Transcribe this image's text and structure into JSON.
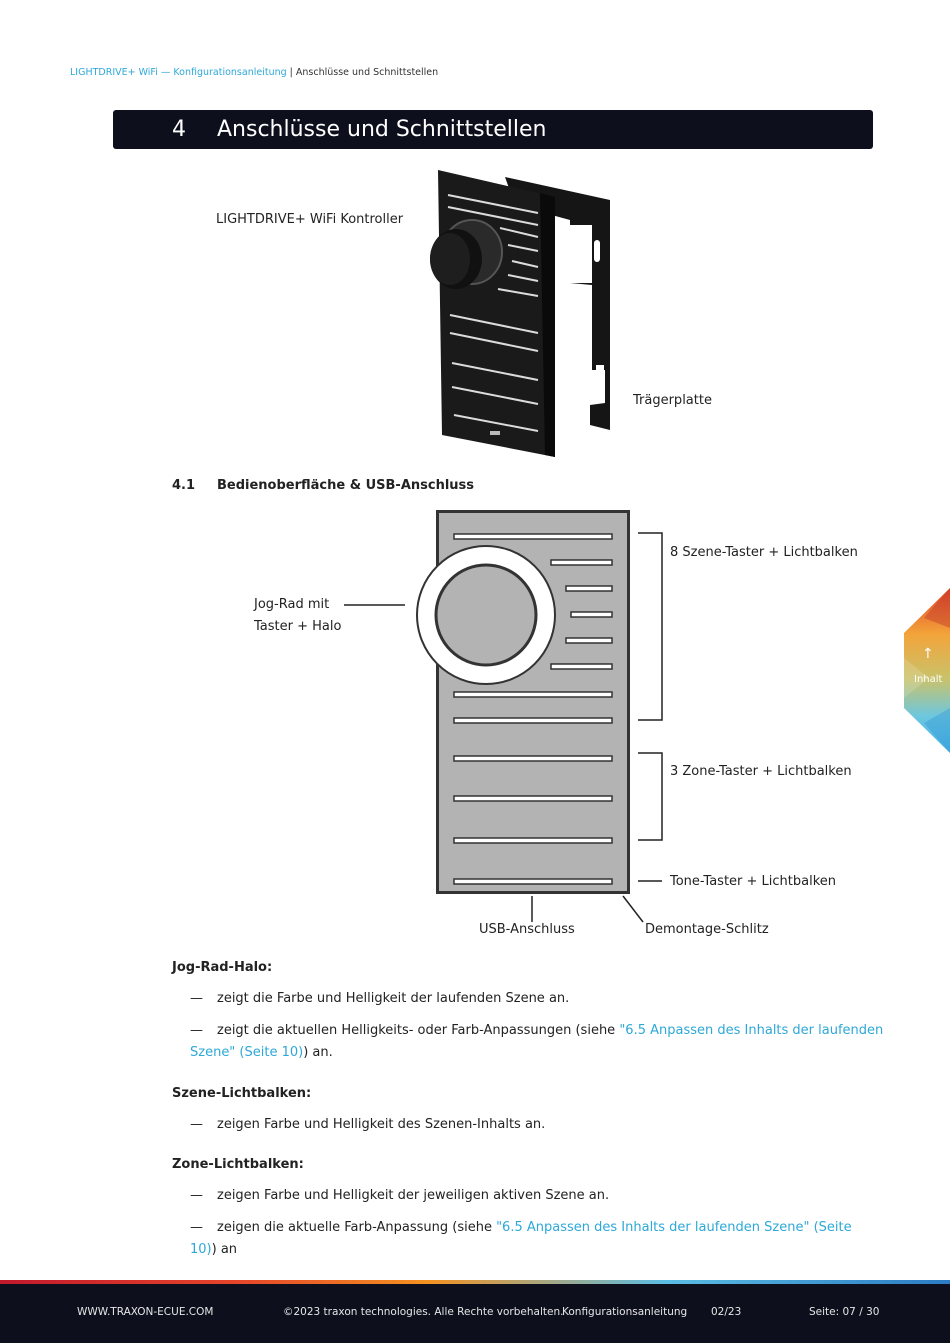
{
  "header": {
    "breadcrumb_link": "LIGHTDRIVE+ WiFi — Konfigurationsanleitung",
    "breadcrumb_sep": " | ",
    "breadcrumb_current": "Anschlüsse und Schnittstellen"
  },
  "chapter": {
    "number": "4",
    "title": "Anschlüsse und Schnittstellen"
  },
  "photo": {
    "label_controller": "LIGHTDRIVE+ WiFi Kontroller",
    "label_plate": "Trägerplatte"
  },
  "section": {
    "number": "4.1",
    "title": "Bedienoberfläche & USB-Anschluss"
  },
  "diagram": {
    "jog_line1": "Jog-Rad mit",
    "jog_line2": "Taster + Halo",
    "scene": "8 Szene-Taster + Lichtbalken",
    "zone": "3 Zone-Taster + Lichtbalken",
    "tone": "Tone-Taster + Lichtbalken",
    "usb": "USB-Anschluss",
    "slot": "Demontage-Schlitz"
  },
  "content": {
    "jog_halo": {
      "heading": "Jog-Rad-Halo:",
      "b1": "zeigt die Farbe und Helligkeit der laufenden Szene an.",
      "b2_pre": "zeigt die aktuellen Helligkeits- oder Farb-Anpassungen (siehe ",
      "b2_link_l1": "\"6.5 Anpassen des Inhalts der laufenden",
      "b2_link_l2": "Szene\" (Seite 10)",
      "b2_post": ") an."
    },
    "scene_bars": {
      "heading": "Szene-Lichtbalken:",
      "b1": "zeigen Farbe und Helligkeit des Szenen-Inhalts an."
    },
    "zone_bars": {
      "heading": "Zone-Lichtbalken:",
      "b1": "zeigen Farbe und Helligkeit der jeweiligen aktiven Szene an.",
      "b2_pre": "zeigen die aktuelle Farb-Anpassung (siehe ",
      "b2_link_l1": "\"6.5 Anpassen des Inhalts der laufenden Szene\" (Seite",
      "b2_link_l2": "10)",
      "b2_post": ") an"
    },
    "dash": "—"
  },
  "side_tab": {
    "arrow": "↑",
    "label": "Inhalt"
  },
  "footer": {
    "website": "WWW.TRAXON-ECUE.COM",
    "copyright": "©2023 traxon technologies. Alle Rechte vorbehalten.",
    "doc_type": "Konfigurationsanleitung",
    "date": "02/23",
    "page": "Seite: 07 / 30"
  },
  "colors": {
    "link": "#2ea8d8",
    "dark_bar": "#0d0f1c",
    "device_gray": "#b3b3b3"
  }
}
